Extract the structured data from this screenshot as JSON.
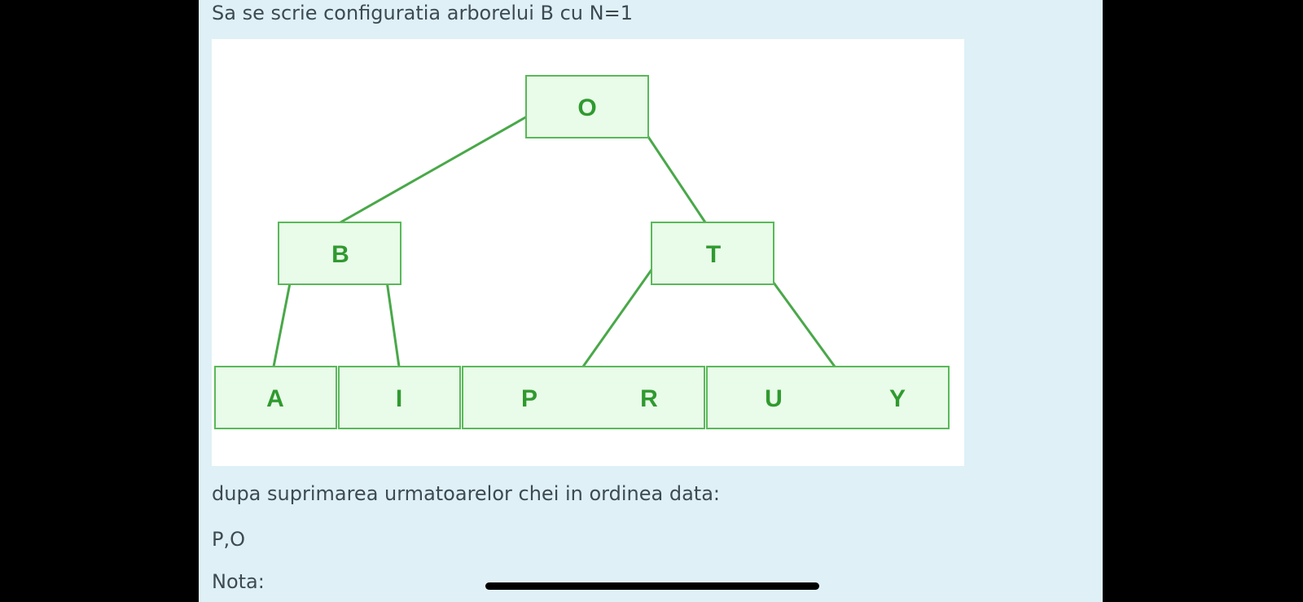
{
  "question": {
    "title": "Sa se scrie configuratia arborelui B cu N=1",
    "instruction": "dupa suprimarea urmatoarelor chei in ordinea data:",
    "keys": "P,O",
    "note_label": "Nota:"
  },
  "tree": {
    "root": "O",
    "level1": [
      "B",
      "T"
    ],
    "leaves": [
      "A",
      "I",
      "P",
      "R",
      "U",
      "Y"
    ]
  },
  "colors": {
    "node_fill": "#e9fbe9",
    "node_stroke": "#59b959",
    "edge": "#49a849",
    "letter": "#2f9a2f",
    "panel_bg": "#dff0f6"
  }
}
